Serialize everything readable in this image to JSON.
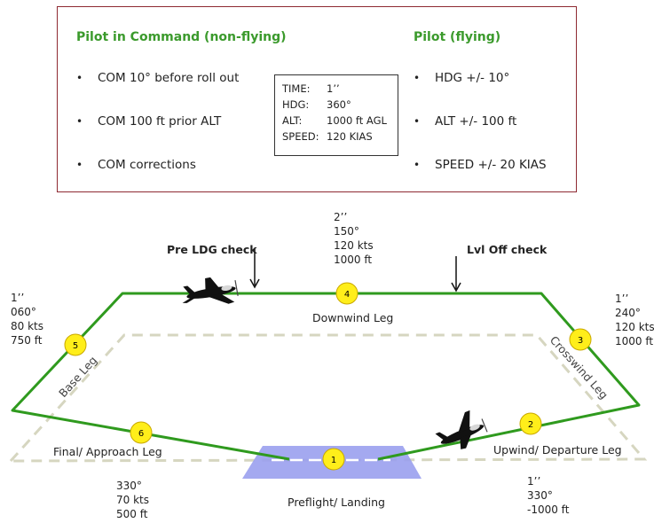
{
  "brief": {
    "left_title": "Pilot in Command (non-flying)",
    "left_items": [
      "COM 10° before roll out",
      "COM 100 ft prior ALT",
      "COM corrections"
    ],
    "right_title": "Pilot (flying)",
    "right_items": [
      "HDG +/- 10°",
      "ALT +/- 100 ft",
      "SPEED +/- 20 KIAS"
    ],
    "params": [
      {
        "key": "TIME:",
        "value": "1’’"
      },
      {
        "key": "HDG:",
        "value": "360°"
      },
      {
        "key": "ALT:",
        "value": "1000 ft AGL"
      },
      {
        "key": "SPEED:",
        "value": "120 KIAS"
      }
    ]
  },
  "pattern": {
    "colors": {
      "track": "#2f9a1e",
      "waypoint": "#ffee1a",
      "waypoint_stroke": "#c9a800",
      "runway": "#9aa0ee",
      "inner_dash": "#cfcfb8"
    },
    "waypoints": [
      {
        "num": "1",
        "leg": "Preflight/ Landing"
      },
      {
        "num": "2",
        "leg": "Upwind/ Departure Leg"
      },
      {
        "num": "3",
        "leg": "Crosswind Leg"
      },
      {
        "num": "4",
        "leg": "Downwind Leg"
      },
      {
        "num": "5",
        "leg": "Base Leg"
      },
      {
        "num": "6",
        "leg": "Final/ Approach Leg"
      }
    ],
    "checks": {
      "pre_ldg": "Pre LDG check",
      "lvl_off": "Lvl Off check"
    },
    "leg_data": {
      "downwind": [
        "2’’",
        "150°",
        "120 kts",
        "1000 ft"
      ],
      "base": [
        "1’’",
        "060°",
        "80 kts",
        "750 ft"
      ],
      "crosswind": [
        "1’’",
        "240°",
        "120 kts",
        "1000 ft"
      ],
      "final": [
        "330°",
        "70 kts",
        "500 ft"
      ],
      "upwind": [
        "1’’",
        "330°",
        "-1000 ft"
      ]
    },
    "icons": [
      "airplane-icon-downwind",
      "airplane-icon-departure"
    ]
  }
}
